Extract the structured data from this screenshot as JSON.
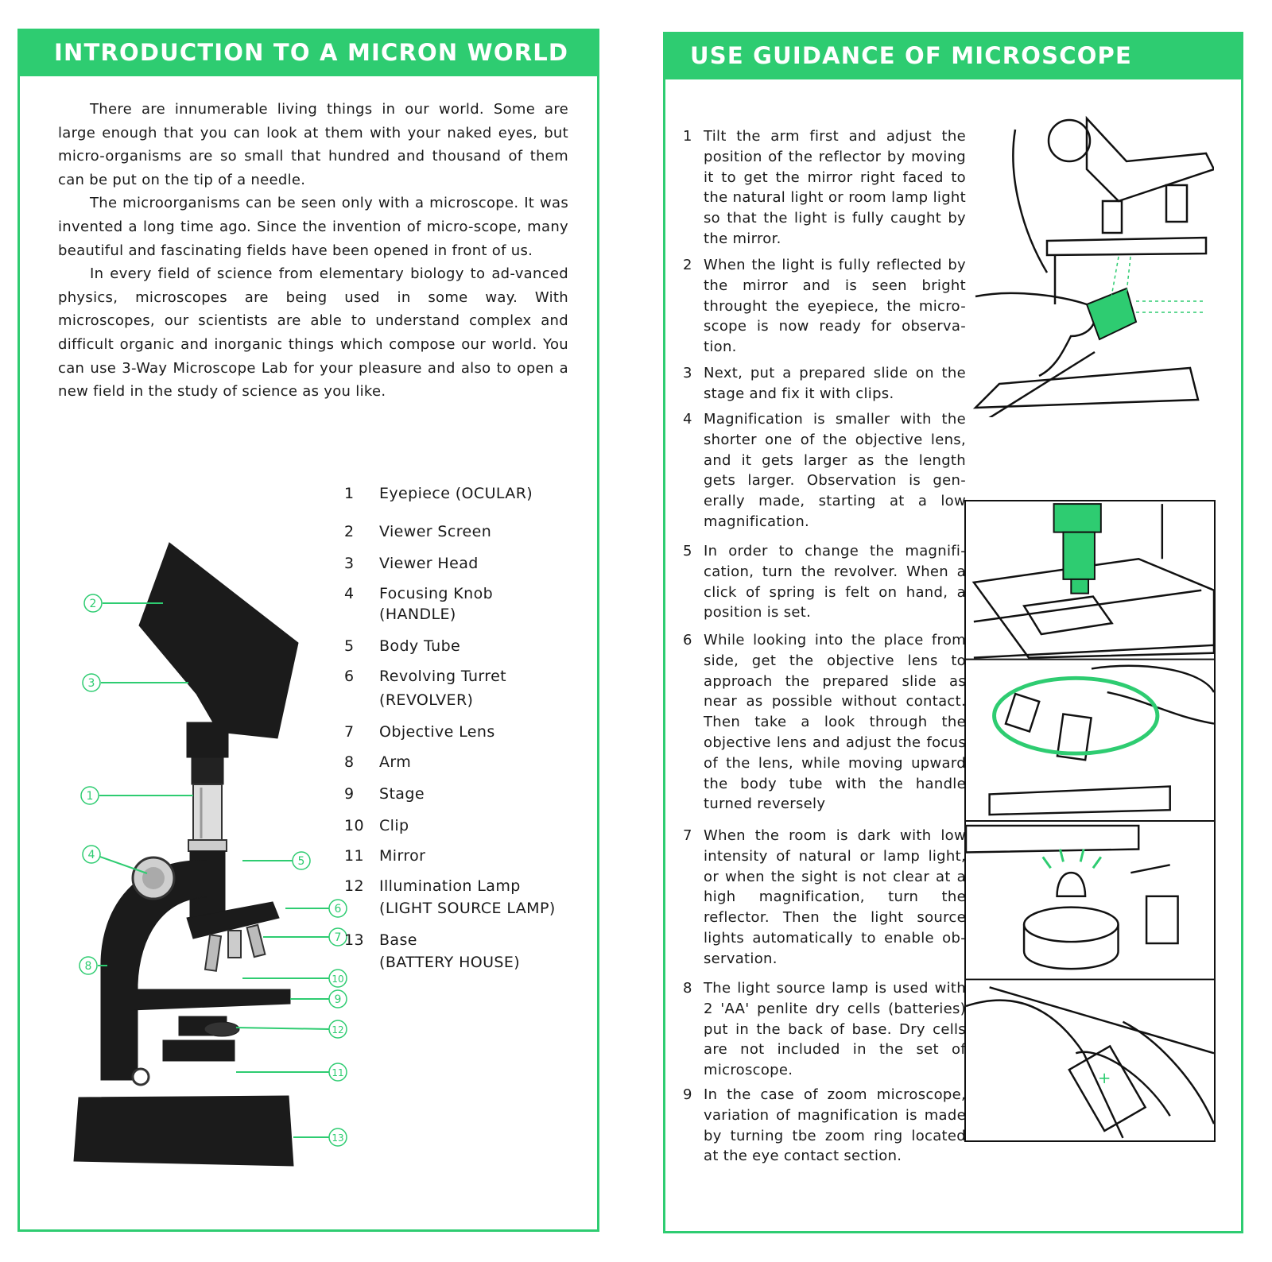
{
  "left": {
    "title": "INTRODUCTION TO A MICRON WORLD",
    "paragraphs": [
      "There are innumerable living things in our world.  Some are large enough that you can look at them with your naked eyes, but micro-organisms are so small that hundred and thousand of them can be put on the tip of a needle.",
      "The microorganisms can be seen only with a microscope. It was invented a long time ago.  Since the invention of micro-scope, many beautiful and fascinating fields have been opened in front of us.",
      "In every field of science from elementary biology to ad-vanced physics, microscopes are being used in some way.  With microscopes, our scientists are able to understand complex and difficult organic and inorganic things which compose our world. You can use 3-Way Microscope Lab for your pleasure and also to open a new field in the study of science as you like."
    ],
    "parts": [
      {
        "num": "1",
        "label": "Eyepiece (OCULAR)"
      },
      {
        "num": "2",
        "label": "Viewer Screen"
      },
      {
        "num": "3",
        "label": "Viewer Head"
      },
      {
        "num": "4",
        "label": "Focusing Knob",
        "sub": "(HANDLE)"
      },
      {
        "num": "5",
        "label": "Body Tube"
      },
      {
        "num": "6",
        "label": "Revolving Turret",
        "sub": "(REVOLVER)"
      },
      {
        "num": "7",
        "label": "Objective Lens"
      },
      {
        "num": "8",
        "label": "Arm"
      },
      {
        "num": "9",
        "label": "Stage"
      },
      {
        "num": "10",
        "label": "Clip"
      },
      {
        "num": "11",
        "label": "Mirror"
      },
      {
        "num": "12",
        "label": "Illumination Lamp",
        "sub": "(LIGHT SOURCE LAMP)"
      },
      {
        "num": "13",
        "label": "Base",
        "sub": "(BATTERY HOUSE)"
      }
    ],
    "callouts": [
      "2",
      "3",
      "1",
      "4",
      "5",
      "6",
      "7",
      "8",
      "10",
      "9",
      "12",
      "11",
      "13"
    ]
  },
  "right": {
    "title": "USE GUIDANCE OF MICROSCOPE",
    "steps": [
      {
        "num": "1",
        "text": "Tilt the arm first and adjust the position of the reflector by moving it to get the mirror right faced to the natural light or room lamp light so that the light is fully caught by the mirror."
      },
      {
        "num": "2",
        "text": "When the light is fully reflected by the mirror and is seen bright throught the eyepiece, the micro-scope is now ready for observa-tion."
      },
      {
        "num": "3",
        "text": "Next, put a prepared slide on the stage and fix it with clips."
      },
      {
        "num": "4",
        "text": "Magnification is smaller with the shorter one of the objective lens, and it gets larger as the length gets larger.  Observation is gen-erally made, starting at a low magnification."
      },
      {
        "num": "5",
        "text": "In order to change the magnifi-cation, turn the revolver.  When a click of spring is felt on hand, a position is set."
      },
      {
        "num": "6",
        "text": "While looking into the place from side, get the objective lens to approach the prepared slide as near as possible without contact. Then take a look through the objective lens and adjust the focus of the lens, while moving upward the body tube with the handle turned reversely"
      },
      {
        "num": "7",
        "text": "When the room is dark with low intensity of natural or lamp light, or when the sight is not clear at a high magnification, turn the reflector.  Then the light source lights automatically to enable ob-servation."
      },
      {
        "num": "8",
        "text": "The light source lamp is used with 2 'AA' penlite dry cells (batteries) put in the back of base.  Dry cells are not included in the set of microscope."
      },
      {
        "num": "9",
        "text": "In the case of zoom microscope, variation of magnification is made by turning tbe zoom ring located at the eye contact section."
      }
    ],
    "battery_sign": "+"
  },
  "colors": {
    "accent": "#2ecc71",
    "ink": "#111111",
    "paper": "#ffffff"
  }
}
